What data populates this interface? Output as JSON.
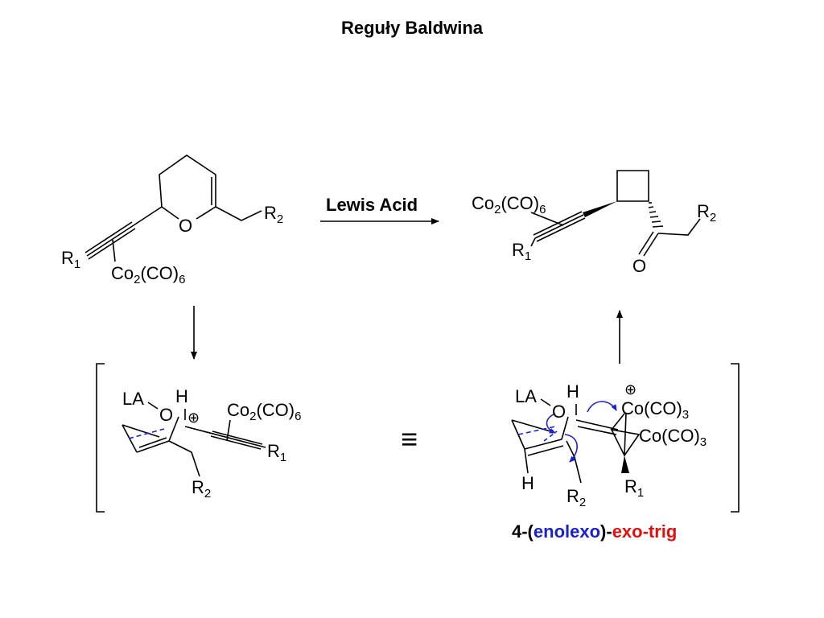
{
  "title": "Reguły Baldwina",
  "reaction": {
    "reagent_label": "Lewis Acid",
    "equivalence_symbol": "≡"
  },
  "starting_material": {
    "oxygen": "O",
    "r1": "R",
    "r1_sub": "1",
    "r2": "R",
    "r2_sub": "2",
    "cobalt_complex": "Co",
    "cobalt_sub": "2",
    "cobalt_ligand": "(CO)",
    "ligand_sub": "6"
  },
  "product": {
    "cobalt_complex": "Co",
    "cobalt_sub": "2",
    "cobalt_ligand": "(CO)",
    "ligand_sub": "6",
    "r1": "R",
    "r1_sub": "1",
    "r2": "R",
    "r2_sub": "2",
    "carbonyl_oxygen": "O"
  },
  "intermediate_left": {
    "lewis_acid": "LA",
    "oxygen": "O",
    "hydrogen": "H",
    "charge": "⊕",
    "cobalt_complex": "Co",
    "cobalt_sub": "2",
    "cobalt_ligand": "(CO)",
    "ligand_sub": "6",
    "r1": "R",
    "r1_sub": "1",
    "r2": "R",
    "r2_sub": "2"
  },
  "intermediate_right": {
    "lewis_acid": "LA",
    "oxygen": "O",
    "hydrogen_top": "H",
    "hydrogen_bottom": "H",
    "charge": "⊕",
    "cobalt_upper": "Co(CO)",
    "cobalt_upper_sub": "3",
    "cobalt_lower": "Co(CO)",
    "cobalt_lower_sub": "3",
    "r1": "R",
    "r1_sub": "1",
    "r2": "R",
    "r2_sub": "2"
  },
  "classification": {
    "prefix": "4-(",
    "enolexo": "enolexo",
    "middle": ")-",
    "exo_trig": "exo-trig",
    "enolexo_color": "#1a22c8",
    "exo_trig_color": "#e01010"
  }
}
